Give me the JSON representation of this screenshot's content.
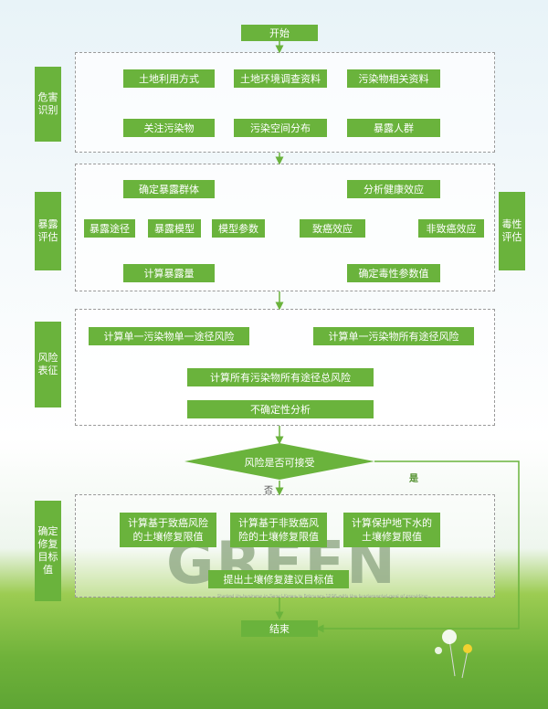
{
  "start": "开始",
  "end": "结束",
  "sections": {
    "hazard": "危害识别",
    "exposure": "暴露评估",
    "toxicity": "毒性评估",
    "risk": "风险表征",
    "target": "确定修复目标值"
  },
  "hazard": {
    "land_use": "土地利用方式",
    "soil_survey": "土地环境调查资料",
    "pollutant_info": "污染物相关资料",
    "concern_pollutant": "关注污染物",
    "spatial": "污染空间分布",
    "population": "暴露人群"
  },
  "exposure": {
    "determine_group": "确定暴露群体",
    "pathway": "暴露途径",
    "model": "暴露模型",
    "params": "模型参数",
    "calc": "计算暴露量"
  },
  "toxicity": {
    "health_effect": "分析健康效应",
    "carcinogenic": "致癌效应",
    "noncarcinogenic": "非致癌效应",
    "tox_params": "确定毒性参数值"
  },
  "risk": {
    "single_single": "计算单一污染物单一途径风险",
    "single_all": "计算单一污染物所有途径风险",
    "all_all": "计算所有污染物所有途径总风险",
    "uncertainty": "不确定性分析"
  },
  "decision": {
    "question": "风险是否可接受",
    "no": "否",
    "yes": "是"
  },
  "target": {
    "carc_limit": "计算基于致癌风险\n的土壤修复限值",
    "noncarc_limit": "计算基于非致癌风\n险的土壤修复限值",
    "groundwater": "计算保护地下水的\n土壤修复限值",
    "propose": "提出土壤修复建议目标值"
  },
  "decoration": {
    "word": "GREEN",
    "tagline": "Started its business in Seoul Korea in February 1996 with the fundamental goal of providing better internet services to the world."
  },
  "colors": {
    "box": "#6ab33c",
    "arrow": "#6ab33c",
    "border": "#9a9a9a"
  }
}
